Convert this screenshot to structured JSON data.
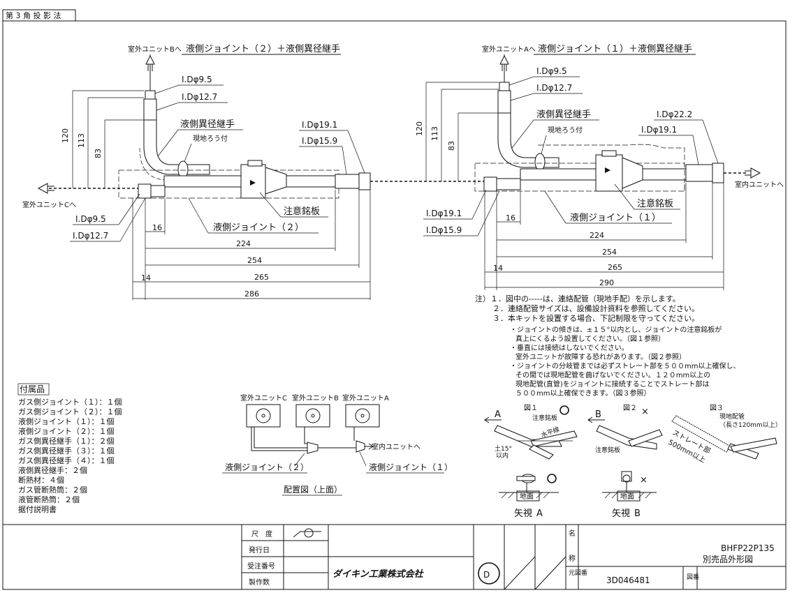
{
  "projection": "第 3 角 投 影 法",
  "left_assembly": {
    "title": "液側ジョイント（２）＋液側異径継手",
    "dest_top": "室外ユニットBへ",
    "dest_left": "室外ユニットCへ",
    "id_95": "I.Dφ9.5",
    "id_127": "I.Dφ12.7",
    "reducer_label": "液側異径継手",
    "brazing": "現地ろう付",
    "id_191": "I.Dφ19.1",
    "id_159": "I.Dφ15.9",
    "plate": "注意銘板",
    "joint_label": "液側ジョイント（２）",
    "id_95b": "I.Dφ9.5",
    "id_127b": "I.Dφ12.7",
    "dim_120": "120",
    "dim_113": "113",
    "dim_83": "83",
    "dim_16": "16",
    "dim_224": "224",
    "dim_254": "254",
    "dim_265": "265",
    "dim_14": "14",
    "dim_286": "286"
  },
  "right_assembly": {
    "title": "液側ジョイント（１）＋液側異径継手",
    "dest_top": "室外ユニットAへ",
    "dest_right": "室内ユニットへ",
    "id_95": "I.Dφ9.5",
    "id_127": "I.Dφ12.7",
    "reducer_label": "液側異径継手",
    "brazing": "現地ろう付",
    "id_222": "I.Dφ22.2",
    "id_191": "I.Dφ19.1",
    "plate": "注意銘板",
    "joint_label": "液側ジョイント（１）",
    "id_191b": "I.Dφ19.1",
    "id_159b": "I.Dφ15.9",
    "dim_120": "120",
    "dim_113": "113",
    "dim_83": "83",
    "dim_16": "16",
    "dim_224": "224",
    "dim_254": "254",
    "dim_265": "265",
    "dim_14": "14",
    "dim_290": "290"
  },
  "notes": [
    "注）１．図中の-----は、連絡配管（現地手配）を示します。",
    "２．連絡配管サイズは、設備設計資料を参照してください。",
    "３．本キットを設置する場合、下記制限を守ってください。",
    "・ジョイントの傾きは、±１５°以内とし、ジョイントの注意銘板が",
    "真上にくるよう設置してください。（図１参照）",
    "・垂直には接続はしないでください。",
    "室外ユニットが故障する恐れがあります。（図２参照）",
    "・ジョイントの分岐管までは必ずストレート部を５００mm以上確保し、",
    "その間では現地配管を曲げないでください。１２０mm以上の",
    "現地配管(直管)をジョイントに接続することでストレート部は",
    "５００mm以上確保できます。（図３参照）"
  ],
  "accessories": {
    "title": "付属品",
    "items": [
      "ガス側ジョイント（１）：１個",
      "ガス側ジョイント（２）：１個",
      "液側ジョイント（１）：１個",
      "液側ジョイント（２）：１個",
      "ガス側異径継手（１）：２個",
      "ガス側異径継手（３）：１個",
      "ガス側異径継手（４）：１個",
      "液側異径継手：２個",
      "断熱材：４個",
      "ガス管断熱筒：２個",
      "液管断熱筒：２個",
      "据付説明書"
    ]
  },
  "layout_diagram": {
    "unit_c": "室外ユニットC",
    "unit_b": "室外ユニットB",
    "unit_a": "室外ユニットA",
    "indoor": "室内ユニットへ",
    "joint2": "液側ジョイント（２）",
    "joint1": "液側ジョイント（１）",
    "caption": "配置図（上面）"
  },
  "figures": {
    "fig1": "図１",
    "fig2": "図２",
    "fig3": "図３",
    "plate": "注意銘板",
    "horizontal": "水平線",
    "angle": "土15°",
    "within": "以内",
    "plate2": "注意銘板",
    "field_pipe": "現地配管",
    "length_note": "（長さ120mm以上）",
    "straight": "ストレート部",
    "straight_len": "500mm以上",
    "ok": "○",
    "ng": "×",
    "letter_a": "A",
    "letter_b": "B",
    "ground": "地面",
    "view_a": "矢視",
    "view_b": "矢視",
    "view_a_letter": "A",
    "view_b_letter": "B"
  },
  "title_block": {
    "scale": "尺　度",
    "issue_date": "発行日",
    "order_no": "受注番号",
    "qty": "製作数",
    "company": "ダイキン工業株式会社",
    "name_label": "名",
    "title_label": "称",
    "orig_label": "元図番",
    "drawing_label": "図番",
    "model": "BHFP22P135",
    "desc": "別売品外形図",
    "drawing_no": "3D046481"
  }
}
